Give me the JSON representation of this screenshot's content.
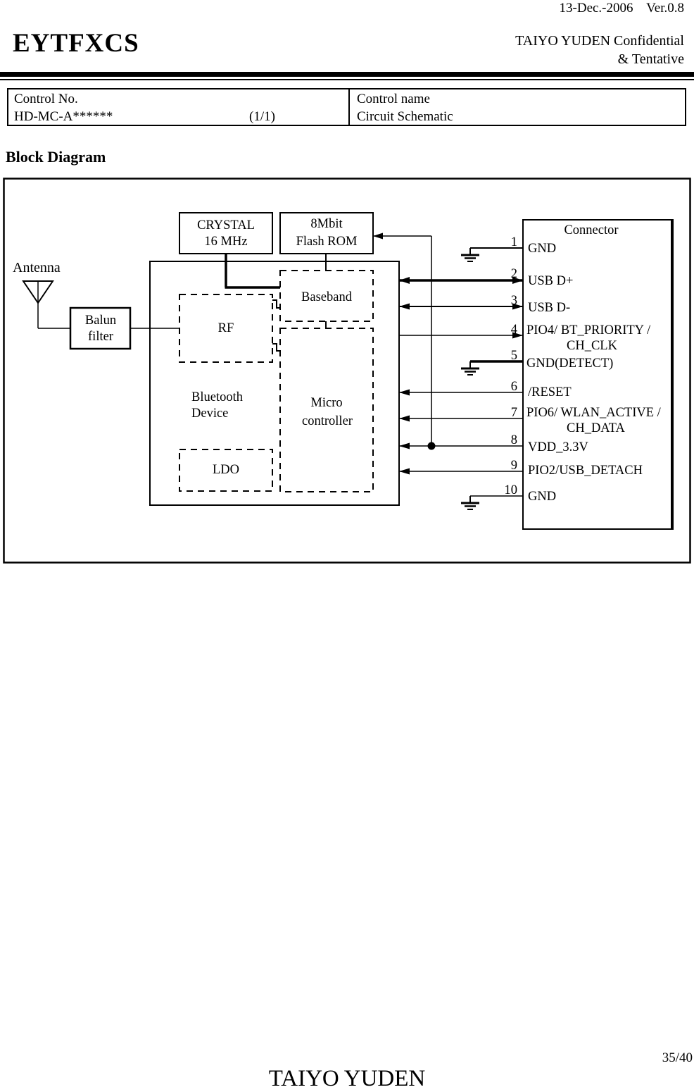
{
  "header": {
    "date_version": "13-Dec.-2006    Ver.0.8",
    "product_code": "EYTFXCS",
    "confidential_line1": "TAIYO YUDEN Confidential",
    "confidential_line2": "& Tentative"
  },
  "control_table": {
    "control_no_label": "Control No.",
    "control_no_value": "HD-MC-A******",
    "page_fraction": "(1/1)",
    "control_name_label": "Control name",
    "control_name_value": "Circuit Schematic"
  },
  "section_title": "Block Diagram",
  "diagram": {
    "antenna_label": "Antenna",
    "balun_line1": "Balun",
    "balun_line2": "filter",
    "crystal_line1": "CRYSTAL",
    "crystal_line2": "16 MHz",
    "flash_line1": "8Mbit",
    "flash_line2": "Flash ROM",
    "baseband_label": "Baseband",
    "rf_label": "RF",
    "micro_line1": "Micro",
    "micro_line2": "controller",
    "ldo_label": "LDO",
    "device_line1": "Bluetooth",
    "device_line2": "Device",
    "connector_title": "Connector",
    "pins": [
      {
        "no": "1",
        "label": "GND"
      },
      {
        "no": "2",
        "label": "USB D+"
      },
      {
        "no": "3",
        "label": "USB D-"
      },
      {
        "no": "4",
        "label": "PIO4/ BT_PRIORITY /",
        "label2": "CH_CLK"
      },
      {
        "no": "5",
        "label": "GND(DETECT)"
      },
      {
        "no": "6",
        "label": "/RESET"
      },
      {
        "no": "7",
        "label": "PIO6/ WLAN_ACTIVE /",
        "label2": "CH_DATA"
      },
      {
        "no": "8",
        "label": "VDD_3.3V"
      },
      {
        "no": "9",
        "label": "PIO2/USB_DETACH"
      },
      {
        "no": "10",
        "label": "GND"
      }
    ]
  },
  "footer": {
    "page_number": "35/40",
    "company": "TAIYO YUDEN"
  },
  "colors": {
    "ink": "#000000",
    "paper": "#ffffff"
  }
}
